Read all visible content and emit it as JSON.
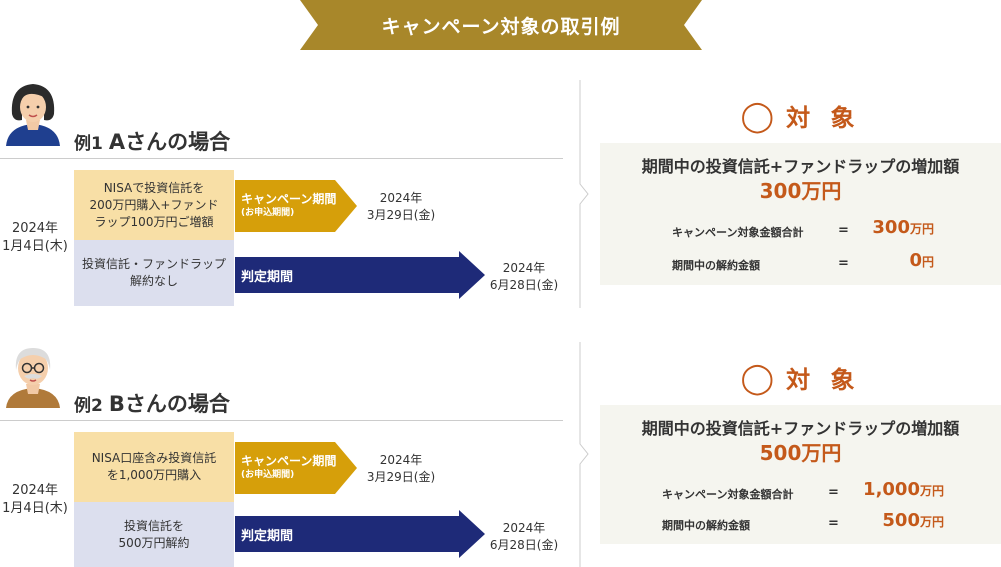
{
  "title": "キャンペーン対象の取引例",
  "colors": {
    "banner_gold": "#a8872a",
    "arrow_gold": "#d69f0a",
    "arrow_navy": "#1e2a78",
    "purchase_bg": "#f8dfa6",
    "sell_bg": "#dcdfee",
    "accent_orange": "#c4591a",
    "result_bg": "#f5f5ef"
  },
  "examples": [
    {
      "avatar_icon": "woman-avatar-icon",
      "heading_prefix": "例1",
      "heading_name": "Aさんの場合",
      "start_date": "2024年\n1月4日(木)",
      "purchase_text": "NISAで投資信託を\n200万円購入+ファンド\nラップ100万円ご増額",
      "sell_text": "投資信託・ファンドラップ\n解約なし",
      "campaign_period_label": "キャンペーン期間",
      "campaign_period_sub": "(お申込期間)",
      "campaign_end_date": "2024年\n3月29日(金)",
      "judgement_period_label": "判定期間",
      "judgement_end_date": "2024年\n6月28日(金)",
      "target_circle": "◯",
      "target_label": "対 象",
      "result_heading": "期間中の投資信託+ファンドラップの増加額",
      "result_amount": "300万円",
      "campaign_total_label": "キャンペーン対象金額合計",
      "campaign_total_eq": "=",
      "campaign_total_value": "300",
      "campaign_total_unit": "万円",
      "cancel_label": "期間中の解約金額",
      "cancel_eq": "=",
      "cancel_value": "0",
      "cancel_unit": "円"
    },
    {
      "avatar_icon": "elderly-man-avatar-icon",
      "heading_prefix": "例2",
      "heading_name": "Bさんの場合",
      "start_date": "2024年\n1月4日(木)",
      "purchase_text": "NISA口座含み投資信託\nを1,000万円購入",
      "sell_text": "投資信託を\n500万円解約",
      "campaign_period_label": "キャンペーン期間",
      "campaign_period_sub": "(お申込期間)",
      "campaign_end_date": "2024年\n3月29日(金)",
      "judgement_period_label": "判定期間",
      "judgement_end_date": "2024年\n6月28日(金)",
      "target_circle": "◯",
      "target_label": "対 象",
      "result_heading": "期間中の投資信託+ファンドラップの増加額",
      "result_amount": "500万円",
      "campaign_total_label": "キャンペーン対象金額合計",
      "campaign_total_eq": "=",
      "campaign_total_value": "1,000",
      "campaign_total_unit": "万円",
      "cancel_label": "期間中の解約金額",
      "cancel_eq": "=",
      "cancel_value": "500",
      "cancel_unit": "万円"
    }
  ]
}
